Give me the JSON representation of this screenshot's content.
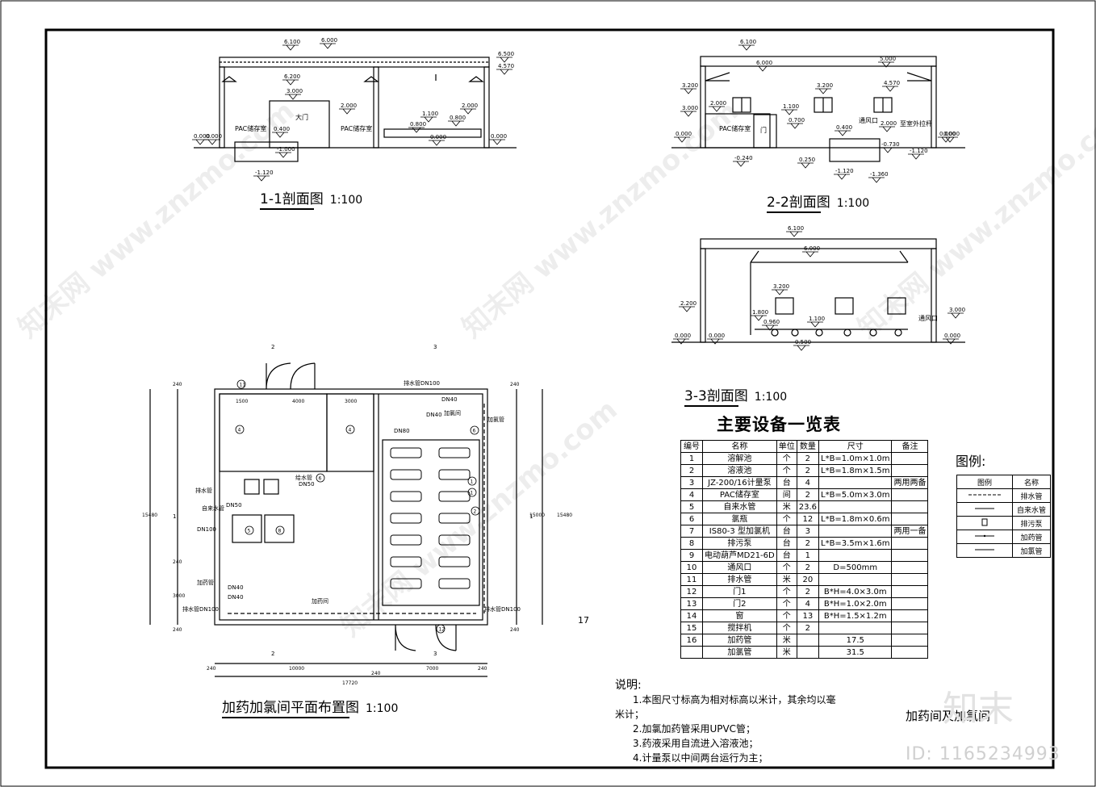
{
  "sections": {
    "s11": {
      "title": "1-1剖面图",
      "scale": "1:100",
      "rooms": [
        "PAC储存室",
        "大门",
        "PAC储存室"
      ],
      "levels": [
        "6.100",
        "6.000",
        "6.500",
        "4.570",
        "6.200",
        "3.000",
        "2.000",
        "0.400",
        "0.000",
        "-1.000",
        "-1.120",
        "0.000",
        "1.100",
        "2.000",
        "0.800",
        "0.800",
        "0.000",
        "0.000"
      ]
    },
    "s22": {
      "title": "2-2剖面图",
      "scale": "1:100",
      "rooms": [
        "PAC储存室",
        "门",
        "通风口",
        "至室外拉杆"
      ],
      "levels": [
        "6.100",
        "6.000",
        "5.000",
        "4.570",
        "3.200",
        "3.000",
        "2.000",
        "1.100",
        "3.200",
        "0.000",
        "0.700",
        "0.400",
        "2.000",
        "0.000",
        "-0.240",
        "0.250",
        "-1.120",
        "-0.730",
        "-1.360",
        "-1.120",
        "0.000"
      ]
    },
    "s33": {
      "title": "3-3剖面图",
      "scale": "1:100",
      "rooms": [
        "通风口"
      ],
      "levels": [
        "6.100",
        "6.000",
        "3.200",
        "2.200",
        "3.000",
        "1.800",
        "1.100",
        "0.960",
        "0.000",
        "0.000",
        "0.000",
        "0.500"
      ]
    }
  },
  "plan": {
    "title": "加药加氯间平面布置图",
    "scale": "1:100",
    "labels": [
      "排水管DN100",
      "DN40",
      "加氯间",
      "加氯管",
      "DN80",
      "DN40",
      "给水管",
      "DN50",
      "DN50",
      "加药间",
      "加药管",
      "DN40",
      "DN40",
      "排水管DN100",
      "排水管DN100",
      "排水管",
      "自来水管",
      "DN100"
    ],
    "dims_top": [
      "1500",
      "4000",
      "3000"
    ],
    "dims_bottom": [
      "240",
      "10000",
      "240",
      "7000",
      "240"
    ],
    "dim_total": "17720",
    "dims_left": [
      "15480",
      "240",
      "240",
      "3000",
      "240"
    ],
    "dims_right": [
      "15480",
      "15000",
      "240",
      "240"
    ],
    "section_marks": [
      "2",
      "3",
      "2",
      "3",
      "1",
      "1"
    ],
    "circle_marks": [
      "11",
      "4",
      "4",
      "6",
      "6",
      "5",
      "8",
      "1",
      "1",
      "2",
      "12"
    ],
    "page_mark": "17"
  },
  "equipment": {
    "title": "主要设备一览表",
    "headers": [
      "编号",
      "名称",
      "单位",
      "数量",
      "尺寸",
      "备注"
    ],
    "rows": [
      [
        "1",
        "溶解池",
        "个",
        "2",
        "L*B=1.0m×1.0m",
        ""
      ],
      [
        "2",
        "溶液池",
        "个",
        "2",
        "L*B=1.8m×1.5m",
        ""
      ],
      [
        "3",
        "JZ-200/16计量泵",
        "台",
        "4",
        "",
        "两用两备"
      ],
      [
        "4",
        "PAC储存室",
        "间",
        "2",
        "L*B=5.0m×3.0m",
        ""
      ],
      [
        "5",
        "自来水管",
        "米",
        "23.6",
        "",
        ""
      ],
      [
        "6",
        "氯瓶",
        "个",
        "12",
        "L*B=1.8m×0.6m",
        ""
      ],
      [
        "7",
        "IS80-3 型加氯机",
        "台",
        "3",
        "",
        "两用一备"
      ],
      [
        "8",
        "排污泵",
        "台",
        "2",
        "L*B=3.5m×1.6m",
        ""
      ],
      [
        "9",
        "电动葫芦MD21-6D",
        "台",
        "1",
        "",
        ""
      ],
      [
        "10",
        "通风口",
        "个",
        "2",
        "D=500mm",
        ""
      ],
      [
        "11",
        "排水管",
        "米",
        "20",
        "",
        ""
      ],
      [
        "12",
        "门1",
        "个",
        "2",
        "B*H=4.0×3.0m",
        ""
      ],
      [
        "13",
        "门2",
        "个",
        "4",
        "B*H=1.0×2.0m",
        ""
      ],
      [
        "14",
        "窗",
        "个",
        "13",
        "B*H=1.5×1.2m",
        ""
      ],
      [
        "15",
        "搅拌机",
        "个",
        "2",
        "",
        ""
      ],
      [
        "16",
        "加药管",
        "米",
        "",
        "17.5",
        ""
      ],
      [
        "",
        "加氯管",
        "米",
        "",
        "31.5",
        ""
      ]
    ]
  },
  "legend": {
    "title": "图例:",
    "headers": [
      "图例",
      "名称"
    ],
    "rows": [
      {
        "symbol": "dash",
        "name": "排水管"
      },
      {
        "symbol": "solid",
        "name": "自来水管"
      },
      {
        "symbol": "box",
        "name": "排污泵"
      },
      {
        "symbol": "dot",
        "name": "加药管"
      },
      {
        "symbol": "solid",
        "name": "加氯管"
      }
    ]
  },
  "notes": {
    "title": "说明:",
    "items": [
      "1.本图尺寸标高为相对标高以米计，其余均以毫",
      "米计；",
      "2.加氯加药管采用UPVC管；",
      "3.药液采用自流进入溶液池；",
      "4.计量泵以中间两台运行为主；"
    ]
  },
  "drawing_name": "加药间及加氯间",
  "watermark": {
    "id": "ID: 1165234993",
    "logo": "知末",
    "text": "知末网 www.znzmo.com"
  },
  "colors": {
    "line": "#000000",
    "watermark": "#d0d0d0"
  }
}
